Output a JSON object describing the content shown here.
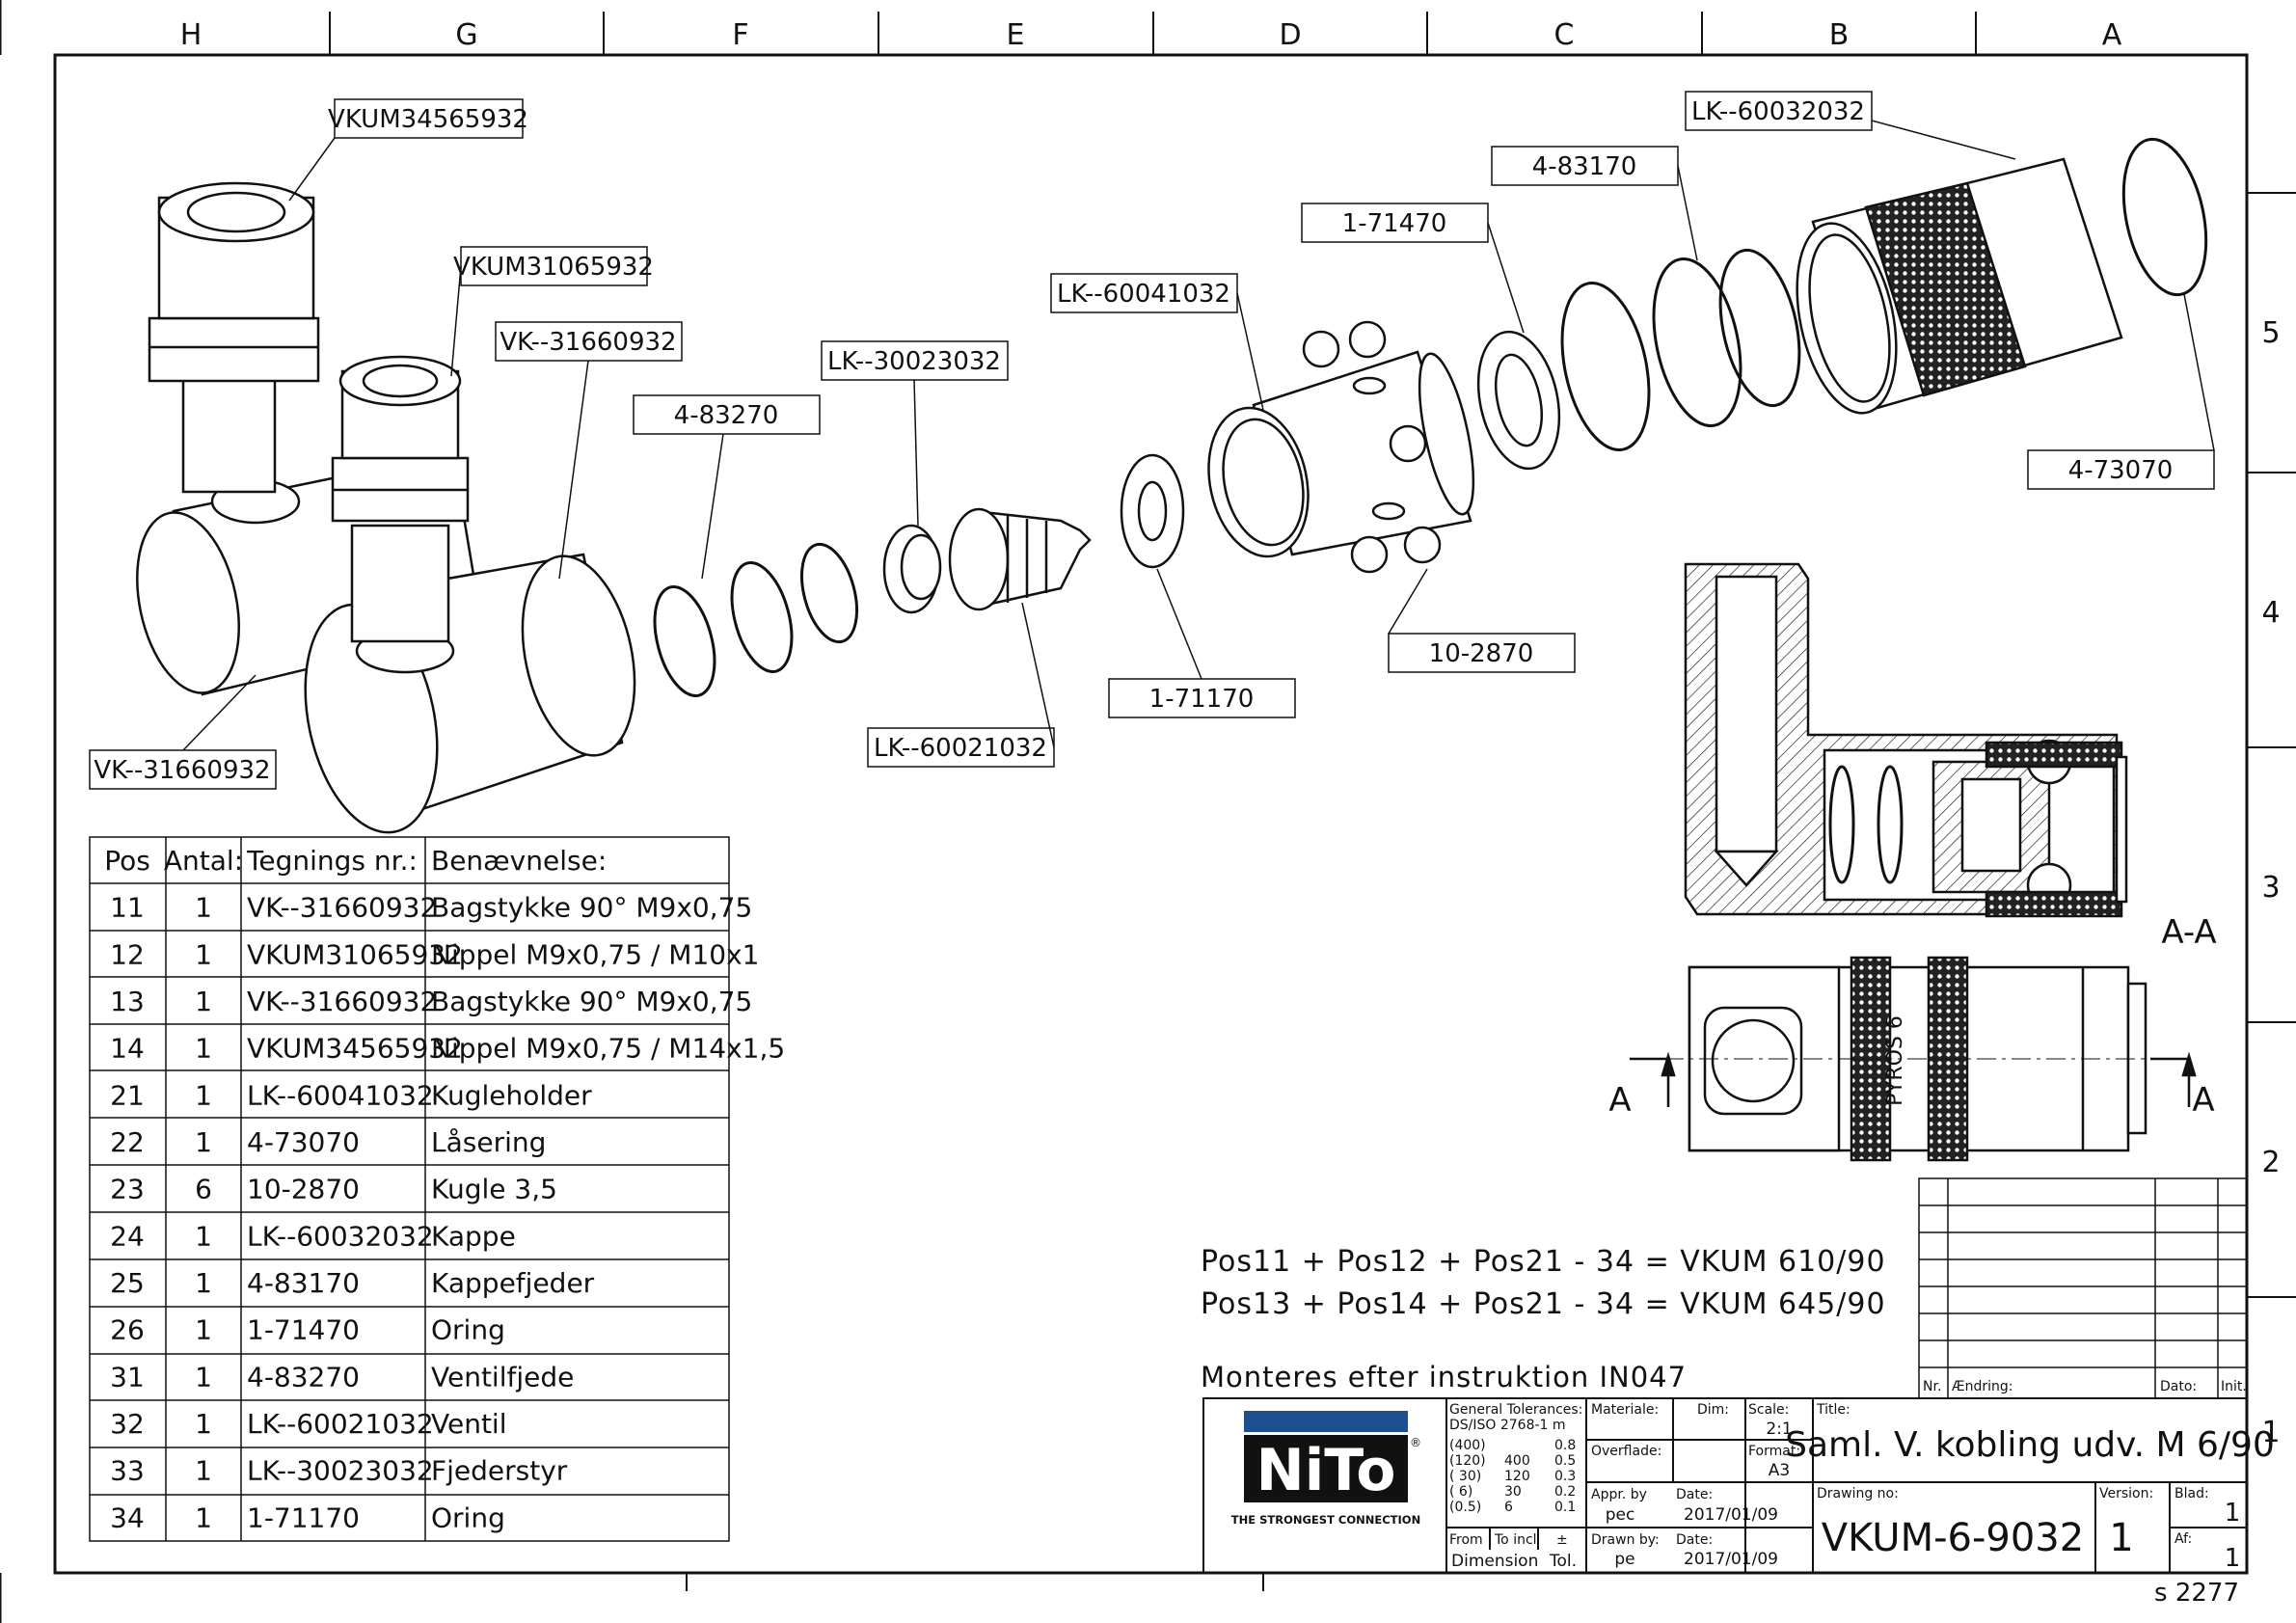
{
  "zones_top": [
    "H",
    "G",
    "F",
    "E",
    "D",
    "C",
    "B",
    "A"
  ],
  "zones_right": [
    "5",
    "4",
    "3",
    "2",
    "1"
  ],
  "callouts": {
    "vkum345": "VKUM34565932",
    "vkum310": "VKUM31065932",
    "vk316_top": "VK--31660932",
    "vk316_bottom": "VK--31660932",
    "s483270": "4-83270",
    "lk300": "LK--30023032",
    "lk600_21": "LK--60021032",
    "lk600_41": "LK--60041032",
    "o71170": "1-71170",
    "o71470": "1-71470",
    "s483170": "4-83170",
    "lk600_32": "LK--60032032",
    "r473070": "4-73070",
    "b102870": "10-2870"
  },
  "section": {
    "label": "A-A",
    "cut_left": "A",
    "cut_right": "A",
    "brand_text": "PYROS 6"
  },
  "bom": {
    "headers": [
      "Pos",
      "Antal:",
      "Tegnings nr.:",
      "Benævnelse:"
    ],
    "rows": [
      [
        "11",
        "1",
        "VK--31660932",
        "Bagstykke 90° M9x0,75"
      ],
      [
        "12",
        "1",
        "VKUM31065932",
        "Nippel M9x0,75 / M10x1"
      ],
      [
        "13",
        "1",
        "VK--31660932",
        "Bagstykke 90° M9x0,75"
      ],
      [
        "14",
        "1",
        "VKUM34565932",
        "Nippel M9x0,75 / M14x1,5"
      ],
      [
        "21",
        "1",
        "LK--60041032",
        "Kugleholder"
      ],
      [
        "22",
        "1",
        "4-73070",
        "Låsering"
      ],
      [
        "23",
        "6",
        "10-2870",
        "Kugle 3,5"
      ],
      [
        "24",
        "1",
        "LK--60032032",
        "Kappe"
      ],
      [
        "25",
        "1",
        "4-83170",
        "Kappefjeder"
      ],
      [
        "26",
        "1",
        "1-71470",
        "Oring"
      ],
      [
        "31",
        "1",
        "4-83270",
        "Ventilfjede"
      ],
      [
        "32",
        "1",
        "LK--60021032",
        "Ventil"
      ],
      [
        "33",
        "1",
        "LK--30023032",
        "Fjederstyr"
      ],
      [
        "34",
        "1",
        "1-71170",
        "Oring"
      ]
    ]
  },
  "notes": {
    "line1": "Pos11 + Pos12 + Pos21 - 34 = VKUM 610/90",
    "line2": "Pos13 + Pos14 + Pos21 - 34 = VKUM 645/90",
    "instruction": "Monteres efter instruktion IN047"
  },
  "revision": {
    "nr": "Nr.",
    "aendring": "Ændring:",
    "dato": "Dato:",
    "init": "Init."
  },
  "titleblock": {
    "logo": "NiTo",
    "logo_reg": "®",
    "slogan": "THE STRONGEST CONNECTION",
    "gen_tol_label": "General Tolerances:",
    "gen_tol_std": "DS/ISO 2768-1 m",
    "tol_rows": [
      [
        "(400)",
        "",
        "0.8"
      ],
      [
        "(120)",
        "400",
        "0.5"
      ],
      [
        "( 30)",
        "120",
        "0.3"
      ],
      [
        "( 6)",
        "30",
        "0.2"
      ],
      [
        "(0.5)",
        "6",
        "0.1"
      ]
    ],
    "from_label": "From",
    "to_incl_label": "To incl",
    "pm_label": "±",
    "dimension_label": "Dimension",
    "tol_label": "Tol.",
    "materiale_label": "Materiale:",
    "dim_label": "Dim:",
    "scale_label": "Scale:",
    "scale_value": "2:1",
    "overflade_label": "Overflade:",
    "format_label": "Format:",
    "format_value": "A3",
    "appr_label": "Appr. by",
    "appr_value": "pec",
    "date_label": "Date:",
    "appr_date": "2017/01/09",
    "drawn_label": "Drawn by:",
    "drawn_value": "pe",
    "drawn_date": "2017/01/09",
    "title_label": "Title:",
    "title_value": "Saml. V. kobling udv. M 6/90",
    "drawing_no_label": "Drawing no:",
    "drawing_no": "VKUM-6-9032",
    "version_label": "Version:",
    "version_value": "1",
    "blad_label": "Blad:",
    "blad_value": "1",
    "af_label": "Af:",
    "af_value": "1"
  },
  "sheet_code": "s 2277"
}
